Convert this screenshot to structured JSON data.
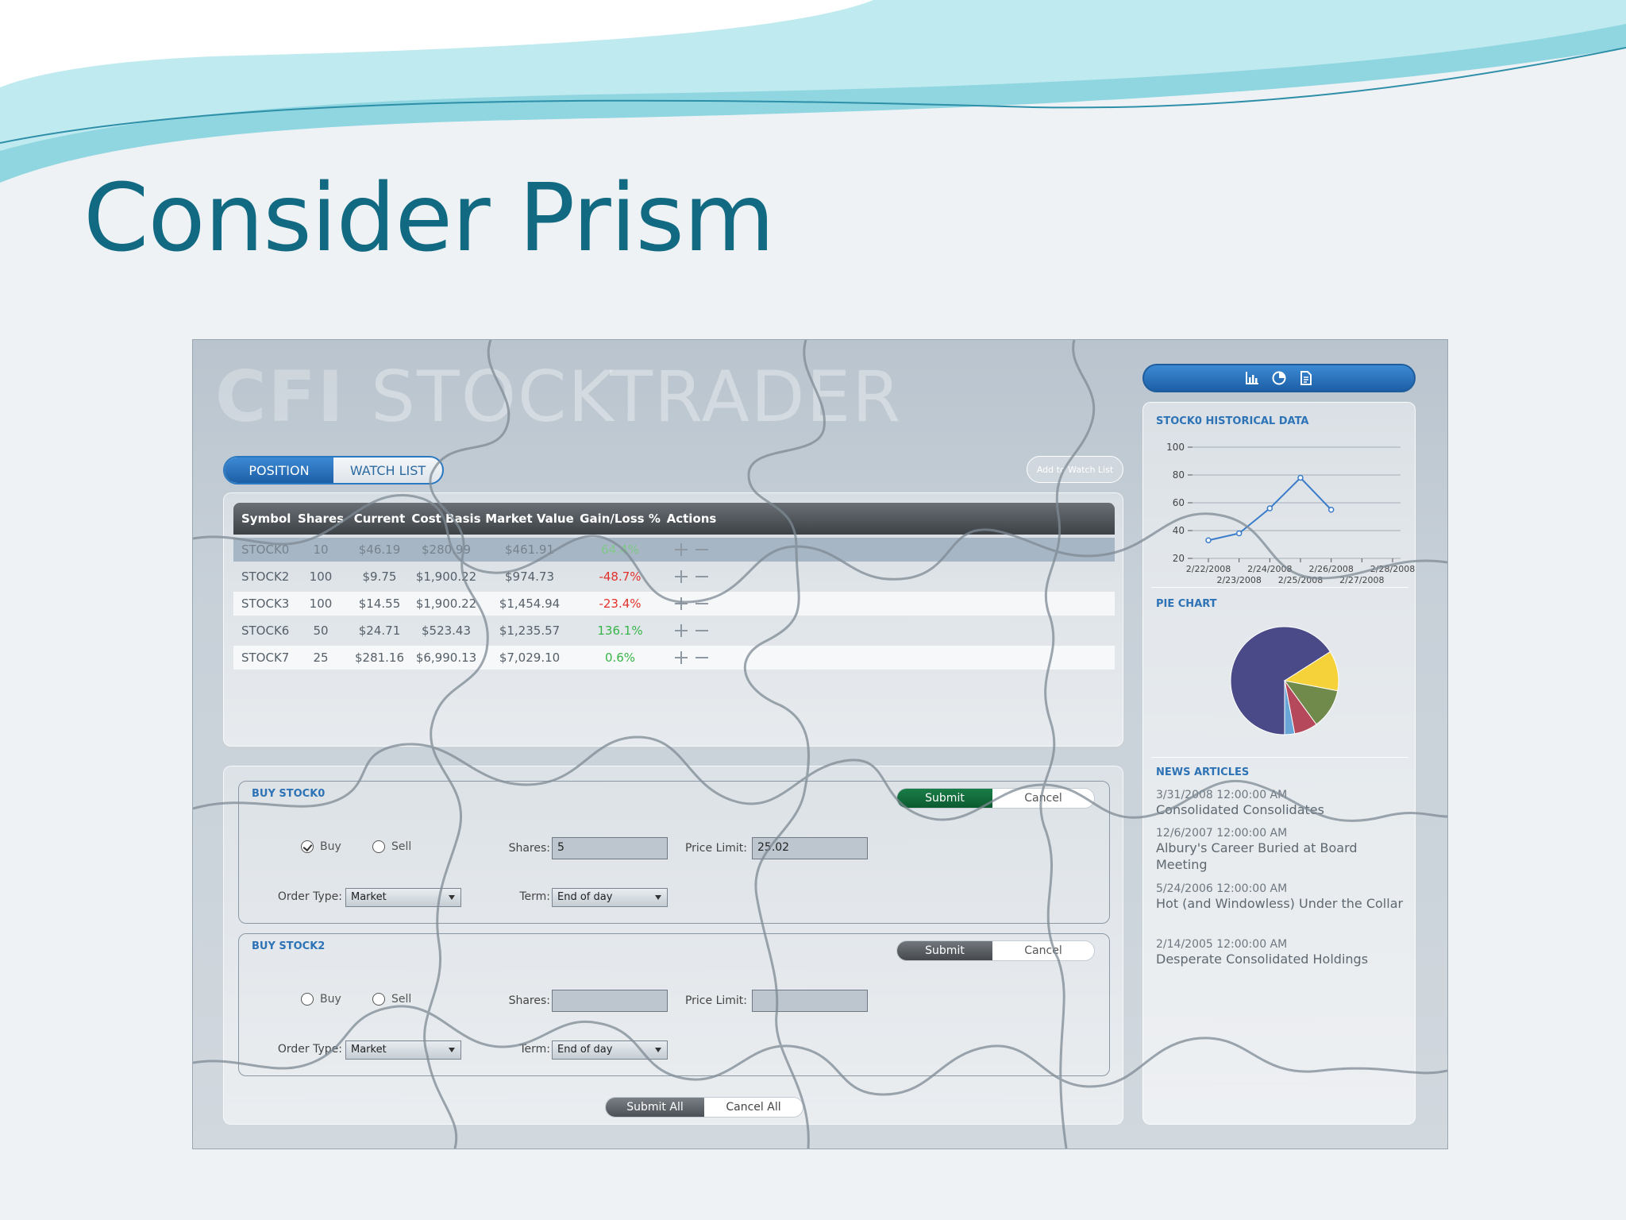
{
  "slide": {
    "title": "Consider Prism"
  },
  "app": {
    "logo_bold": "CFI",
    "logo_thin": "STOCKTRADER",
    "tabs": [
      {
        "label": "POSITION"
      },
      {
        "label": "WATCH LIST"
      }
    ],
    "watch_button": "Add to Watch List",
    "grid": {
      "columns": [
        "Symbol",
        "Shares",
        "Current",
        "Cost Basis",
        "Market Value",
        "Gain/Loss %",
        "Actions"
      ],
      "rows": [
        {
          "symbol": "STOCK0",
          "shares": "10",
          "current": "$46.19",
          "cost_basis": "$280.99",
          "market_value": "$461.91",
          "gain": "64.4%",
          "dir": "pos"
        },
        {
          "symbol": "STOCK2",
          "shares": "100",
          "current": "$9.75",
          "cost_basis": "$1,900.22",
          "market_value": "$974.73",
          "gain": "-48.7%",
          "dir": "neg"
        },
        {
          "symbol": "STOCK3",
          "shares": "100",
          "current": "$14.55",
          "cost_basis": "$1,900.22",
          "market_value": "$1,454.94",
          "gain": "-23.4%",
          "dir": "neg"
        },
        {
          "symbol": "STOCK6",
          "shares": "50",
          "current": "$24.71",
          "cost_basis": "$523.43",
          "market_value": "$1,235.57",
          "gain": "136.1%",
          "dir": "pos"
        },
        {
          "symbol": "STOCK7",
          "shares": "25",
          "current": "$281.16",
          "cost_basis": "$6,990.13",
          "market_value": "$7,029.10",
          "gain": "0.6%",
          "dir": "pos"
        }
      ]
    },
    "orders": [
      {
        "title": "BUY STOCK0",
        "submit": "Submit",
        "cancel": "Cancel",
        "buy": "Buy",
        "sell": "Sell",
        "shares_label": "Shares:",
        "shares_value": "5",
        "price_label": "Price Limit:",
        "price_value": "25.02",
        "order_type_label": "Order Type:",
        "order_type": "Market",
        "term_label": "Term:",
        "term": "End of day",
        "submit_color": "#0f6b3a"
      },
      {
        "title": "BUY STOCK2",
        "submit": "Submit",
        "cancel": "Cancel",
        "buy": "Buy",
        "sell": "Sell",
        "shares_label": "Shares:",
        "shares_value": "",
        "price_label": "Price Limit:",
        "price_value": "",
        "order_type_label": "Order Type:",
        "order_type": "Market",
        "term_label": "Term:",
        "term": "End of day",
        "submit_color": "#55595e"
      }
    ],
    "submit_all": "Submit All",
    "cancel_all": "Cancel All",
    "side": {
      "toolbar_icons": [
        "bar-chart-icon",
        "pie-chart-icon",
        "document-icon"
      ],
      "history_title": "STOCK0 HISTORICAL DATA",
      "pie_title": "PIE CHART",
      "news_title": "NEWS ARTICLES",
      "news": [
        {
          "date": "3/31/2008 12:00:00 AM",
          "title": "Consolidated Consolidates"
        },
        {
          "date": "12/6/2007 12:00:00 AM",
          "title": "Albury's Career Buried at Board Meeting"
        },
        {
          "date": "5/24/2006 12:00:00 AM",
          "title": "Hot (and Windowless) Under the Collar"
        },
        {
          "date": "2/14/2005 12:00:00 AM",
          "title": "Desperate Consolidated Holdings"
        }
      ]
    }
  },
  "chart_data": [
    {
      "type": "line",
      "title": "STOCK0 HISTORICAL DATA",
      "x": [
        "2/22/2008",
        "2/23/2008",
        "2/24/2008",
        "2/25/2008",
        "2/26/2008",
        "2/27/2008",
        "2/28/2008"
      ],
      "series": [
        {
          "values": [
            33,
            38,
            56,
            78,
            55
          ]
        }
      ],
      "yticks": [
        20,
        40,
        60,
        80,
        100
      ],
      "ylim": [
        20,
        100
      ],
      "grid": true,
      "color": "#3a7cc9"
    },
    {
      "type": "pie",
      "title": "PIE CHART",
      "slices": [
        {
          "value": 66,
          "color": "#4b4a88"
        },
        {
          "value": 12,
          "color": "#f5d13a"
        },
        {
          "value": 12,
          "color": "#6f8a4a"
        },
        {
          "value": 7,
          "color": "#b5485a"
        },
        {
          "value": 3,
          "color": "#6aa5d8"
        }
      ]
    }
  ]
}
